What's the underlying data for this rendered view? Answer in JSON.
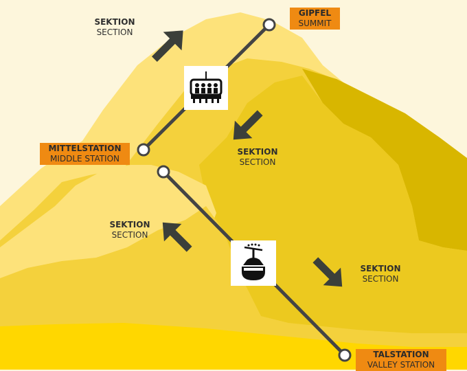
{
  "stations": {
    "summit": {
      "de": "GIPFEL",
      "en": "SUMMIT"
    },
    "middle": {
      "de": "MITTELSTATION",
      "en": "MIDDLE STATION"
    },
    "valley": {
      "de": "TALSTATION",
      "en": "VALLEY STATION"
    }
  },
  "sections": [
    {
      "de": "SEKTION",
      "en": "SECTION"
    },
    {
      "de": "SEKTION",
      "en": "SECTION"
    },
    {
      "de": "SEKTION",
      "en": "SECTION"
    },
    {
      "de": "SEKTION",
      "en": "SECTION"
    }
  ],
  "icons": {
    "upper": "chairlift-icon",
    "lower": "gondola-icon"
  },
  "colors": {
    "background": "#fdf6dc",
    "mountain_light": "#fde27a",
    "mountain_mid": "#f4d13c",
    "mountain_dark": "#d8b600",
    "foreground": "#ffd700",
    "cable": "#444444",
    "arrow": "#3b3f3a",
    "tag": "#ef8a12"
  }
}
